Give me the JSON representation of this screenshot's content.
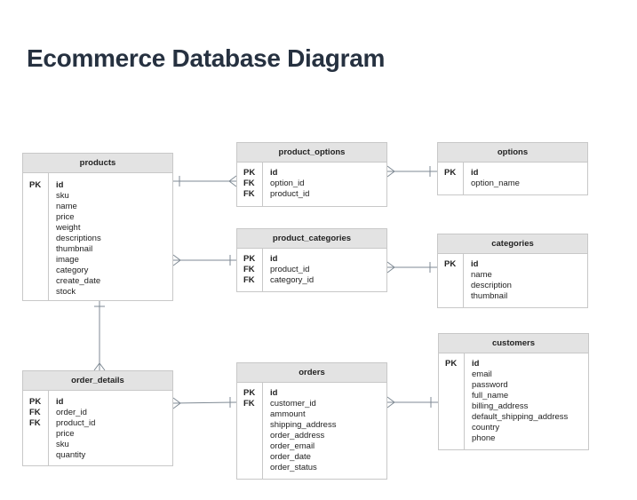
{
  "title": "Ecommerce Database Diagram",
  "tables": {
    "products": {
      "name": "products",
      "keys": [
        "PK"
      ],
      "fields": [
        "id",
        "sku",
        "name",
        "price",
        "weight",
        "descriptions",
        "thumbnail",
        "image",
        "category",
        "create_date",
        "stock"
      ]
    },
    "product_options": {
      "name": "product_options",
      "keys": [
        "PK",
        "FK",
        "FK"
      ],
      "fields": [
        "id",
        "option_id",
        "product_id"
      ]
    },
    "options": {
      "name": "options",
      "keys": [
        "PK"
      ],
      "fields": [
        "id",
        "option_name"
      ]
    },
    "product_categories": {
      "name": "product_categories",
      "keys": [
        "PK",
        "FK",
        "FK"
      ],
      "fields": [
        "id",
        "product_id",
        "category_id"
      ]
    },
    "categories": {
      "name": "categories",
      "keys": [
        "PK"
      ],
      "fields": [
        "id",
        "name",
        "description",
        "thumbnail"
      ]
    },
    "customers": {
      "name": "customers",
      "keys": [
        "PK"
      ],
      "fields": [
        "id",
        "email",
        "password",
        "full_name",
        "billing_address",
        "default_shipping_address",
        "country",
        "phone"
      ]
    },
    "order_details": {
      "name": "order_details",
      "keys": [
        "PK",
        "FK",
        "FK"
      ],
      "fields": [
        "id",
        "order_id",
        "product_id",
        "price",
        "sku",
        "quantity"
      ]
    },
    "orders": {
      "name": "orders",
      "keys": [
        "PK",
        "FK"
      ],
      "fields": [
        "id",
        "customer_id",
        "ammount",
        "shipping_address",
        "order_address",
        "order_email",
        "order_date",
        "order_status"
      ]
    }
  },
  "colors": {
    "header_bg": "#e3e3e3",
    "border": "#c8c8c8",
    "connector": "#7f8a94",
    "title": "#263140"
  }
}
